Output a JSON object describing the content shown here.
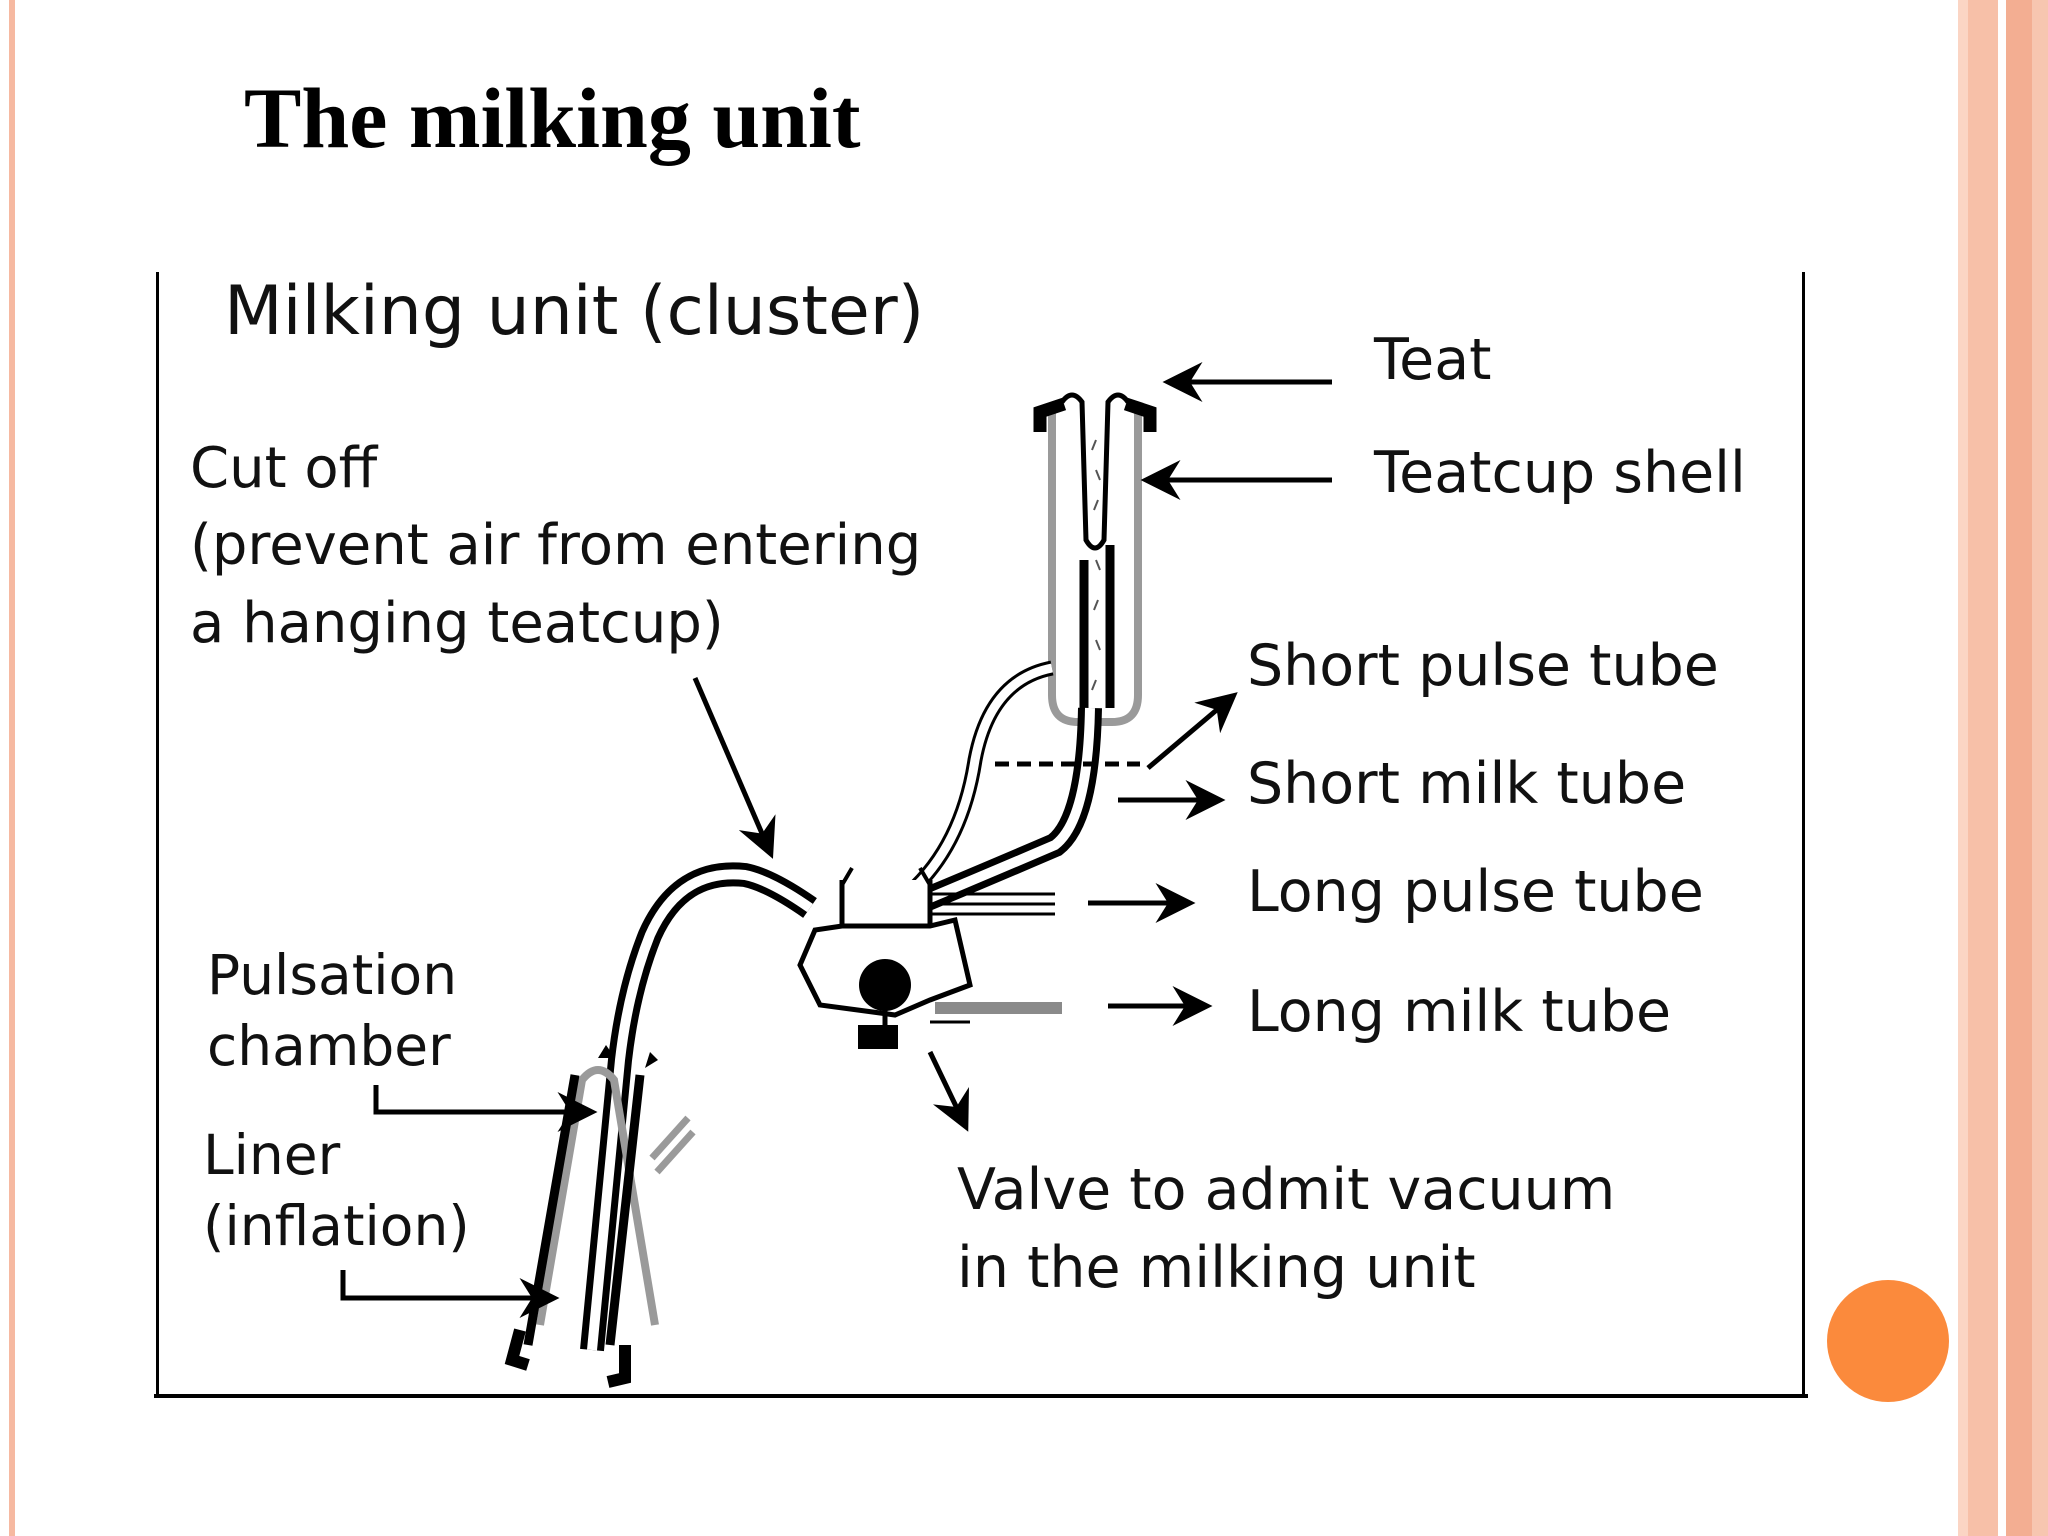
{
  "slide": {
    "title": "The milking unit",
    "border_colors": {
      "light": "#f9cbb6",
      "medium": "#f2a98a",
      "deep": "#ec8f6c"
    },
    "accent_dot_color": "#fb8a3c"
  },
  "diagram": {
    "title": "Milking unit (cluster)",
    "labels": {
      "teat": "Teat",
      "teatcup_shell": "Teatcup shell",
      "cut_off": [
        "Cut off",
        "(prevent air from entering",
        "a hanging teatcup)"
      ],
      "short_pulse_tube": "Short pulse tube",
      "short_milk_tube": "Short milk tube",
      "long_pulse_tube": "Long pulse tube",
      "long_milk_tube": "Long milk tube",
      "pulsation_chamber": [
        "Pulsation",
        "chamber"
      ],
      "liner": [
        "Liner",
        "(inflation)"
      ],
      "valve": [
        "Valve to admit vacuum",
        "in the milking unit"
      ]
    }
  }
}
